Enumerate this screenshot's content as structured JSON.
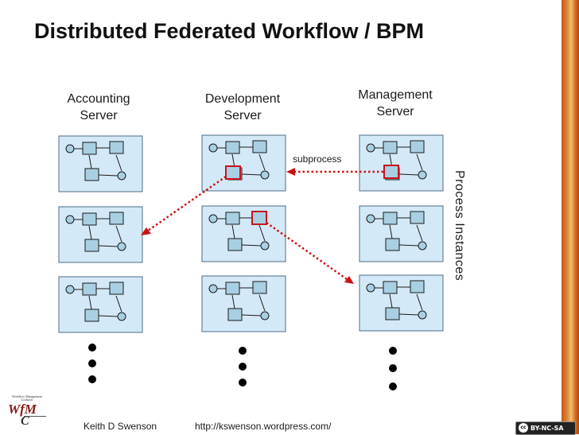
{
  "title": "Distributed Federated Workflow / BPM",
  "servers": [
    {
      "name": "Accounting\nServer"
    },
    {
      "name": "Development\nServer"
    },
    {
      "name": "Management\nServer"
    }
  ],
  "subprocess_label": "subprocess",
  "side_label": "Process Instances",
  "footer": {
    "author": "Keith D Swenson",
    "url": "http://kswenson.wordpress.com/"
  },
  "logo": {
    "top_text": "Workflow Management Coalition",
    "main": "WfM",
    "sub": "C"
  },
  "license": {
    "cc": "cc",
    "text": "BY-NC-SA"
  },
  "colors": {
    "panel_fill": "#d4e9f7",
    "shape_fill": "#a9cfe2",
    "highlight": "#c8141e",
    "arrow": "#cc1111",
    "band": "#d36a22"
  }
}
